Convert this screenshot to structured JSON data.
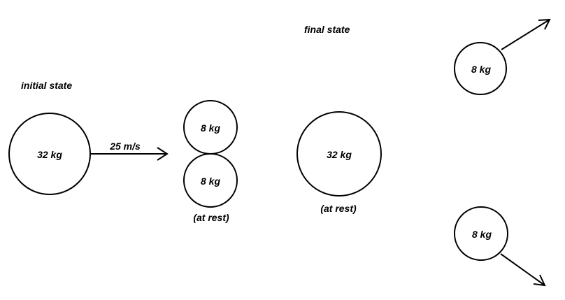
{
  "initial": {
    "heading": "initial state",
    "big_mass": "32 kg",
    "velocity": "25 m/s",
    "top_mass": "8 kg",
    "bottom_mass": "8 kg",
    "rest_note": "(at rest)"
  },
  "final": {
    "heading": "final state",
    "big_mass": "32 kg",
    "rest_note": "(at rest)",
    "upper_mass": "8 kg",
    "lower_mass": "8 kg"
  }
}
